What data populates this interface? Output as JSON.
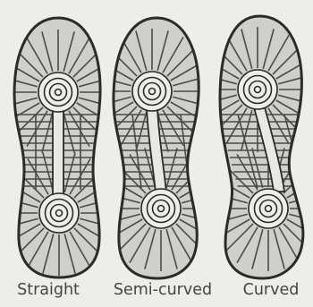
{
  "captions": {
    "straight": "Straight",
    "semi_curved": "Semi-curved",
    "curved": "Curved"
  },
  "colors": {
    "background": "#ededea",
    "outline": "#2b2b2b",
    "tread": "#8f8f8f",
    "channel": "#e8e8e5",
    "caption": "#444444"
  },
  "icons": [
    "straight-sole-icon",
    "semi-curved-sole-icon",
    "curved-sole-icon"
  ]
}
